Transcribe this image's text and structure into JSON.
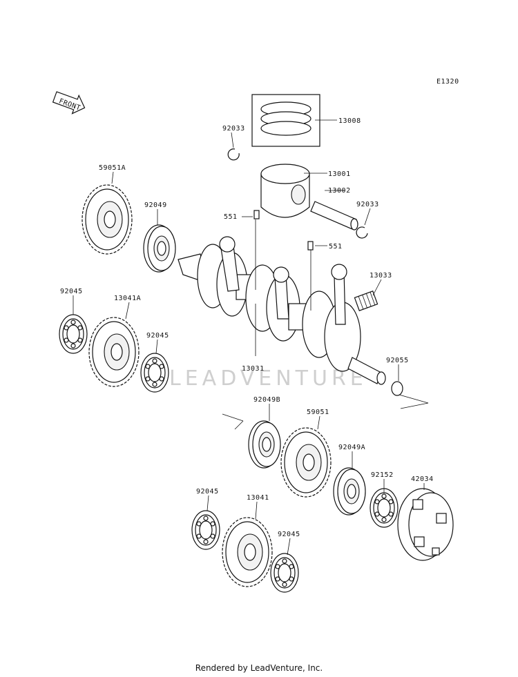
{
  "diagram_code": "E1320",
  "front_label": "FRONT",
  "watermark": "LEADVENTURE",
  "footer": "Rendered by LeadVenture, Inc.",
  "parts": [
    {
      "id": "p13008",
      "label": "13008"
    },
    {
      "id": "p92033a",
      "label": "92033"
    },
    {
      "id": "p13001",
      "label": "13001"
    },
    {
      "id": "p13002",
      "label": "13002"
    },
    {
      "id": "p92033b",
      "label": "92033"
    },
    {
      "id": "p59051A",
      "label": "59051A"
    },
    {
      "id": "p92049",
      "label": "92049"
    },
    {
      "id": "p551a",
      "label": "551"
    },
    {
      "id": "p551b",
      "label": "551"
    },
    {
      "id": "p13033",
      "label": "13033"
    },
    {
      "id": "p92045a",
      "label": "92045"
    },
    {
      "id": "p13041A",
      "label": "13041A"
    },
    {
      "id": "p92045b",
      "label": "92045"
    },
    {
      "id": "p13031",
      "label": "13031"
    },
    {
      "id": "p92055",
      "label": "92055"
    },
    {
      "id": "p92049B",
      "label": "92049B"
    },
    {
      "id": "p59051",
      "label": "59051"
    },
    {
      "id": "p92049A",
      "label": "92049A"
    },
    {
      "id": "p92152",
      "label": "92152"
    },
    {
      "id": "p42034",
      "label": "42034"
    },
    {
      "id": "p92045c",
      "label": "92045"
    },
    {
      "id": "p13041",
      "label": "13041"
    },
    {
      "id": "p92045d",
      "label": "92045"
    }
  ]
}
